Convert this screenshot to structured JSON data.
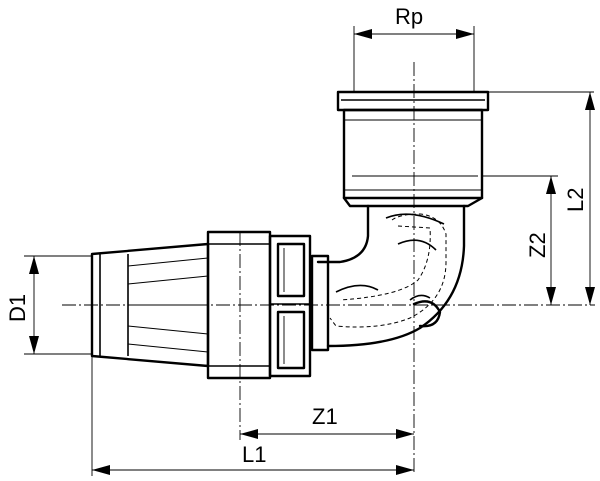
{
  "labels": {
    "rp": "Rp",
    "l2": "L2",
    "z2": "Z2",
    "d1": "D1",
    "z1": "Z1",
    "l1": "L1"
  }
}
